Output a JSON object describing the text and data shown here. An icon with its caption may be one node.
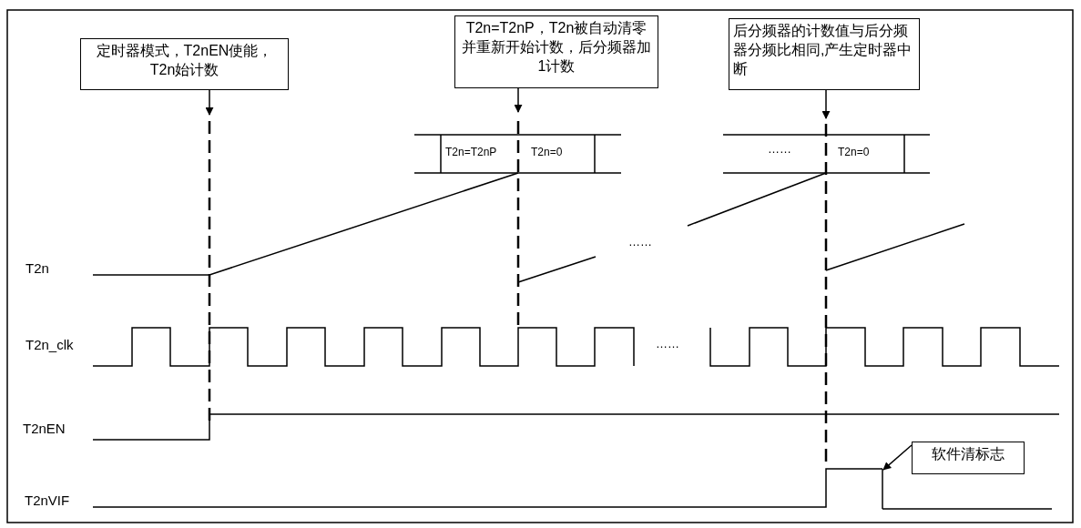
{
  "diagram": {
    "nodes": [
      {
        "text": [
          "定时器模式，T2nEN使能，T2n始计数"
        ]
      },
      {
        "text": [
          "T2n=T2nP，T2n被自动清零并重新开始计数，后分频器加1计数"
        ]
      },
      {
        "text": [
          "后分频器的计数值与后分频器分频比相同,产生定时器中断"
        ]
      },
      {
        "text": [
          "软件清标志"
        ]
      },
      {
        "text": [],
        "shape": "line"
      }
    ],
    "edges": [
      {
        "from": 0,
        "to": null,
        "arrow": "to"
      },
      {
        "from": 1,
        "to": null,
        "arrow": "to"
      },
      {
        "from": 2,
        "to": null,
        "arrow": "to"
      },
      {
        "from": 3,
        "to": 4,
        "arrow": "to"
      }
    ],
    "labels": [
      "T2n=T2nP",
      "T2n=0",
      "……",
      "T2n=0",
      "……",
      "T2n",
      "T2n_clk",
      "……",
      "T2nEN",
      "T2nVIF"
    ]
  }
}
